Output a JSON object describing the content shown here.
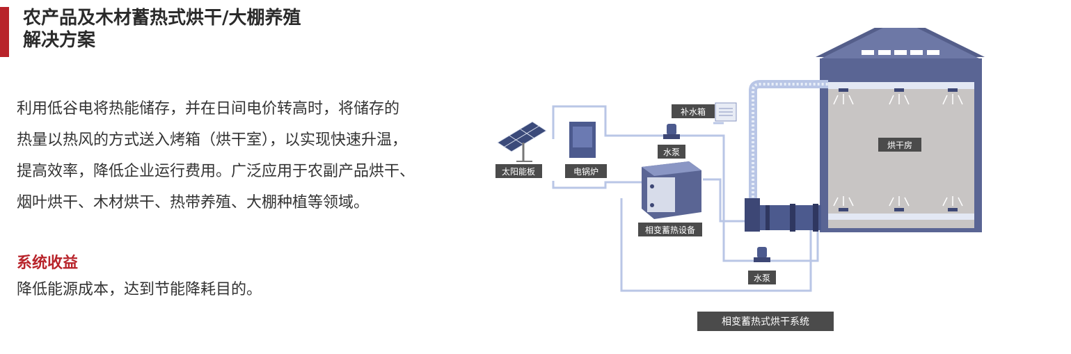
{
  "header": {
    "title_line1": "农产品及木材蓄热式烘干/大棚养殖",
    "title_line2": "解决方案",
    "accent_color": "#b8232a"
  },
  "description": [
    "利用低谷电将热能储存，并在日间电价转高时，将储存的",
    "热量以热风的方式送入烤箱（烘干室），以实现快速升温，",
    "提高效率，降低企业运行费用。广泛应用于农副产品烘干、",
    "烟叶烘干、木材烘干、热带养殖、大棚种植等领域。"
  ],
  "benefits": {
    "heading": "系统收益",
    "text": "降低能源成本，达到节能降耗目的。"
  },
  "diagram": {
    "solar_panel_label": "太阳能板",
    "electric_boiler_label": "电锅炉",
    "water_tank_label": "补水箱",
    "pump_top_label": "水泵",
    "storage_label": "相变蓄热设备",
    "pump_bottom_label": "水泵",
    "drying_room_label": "烘干房",
    "system_caption": "相变蓄热式烘干系统",
    "pipe_color": "#b9c6e6",
    "building_color": "#5a6594"
  }
}
